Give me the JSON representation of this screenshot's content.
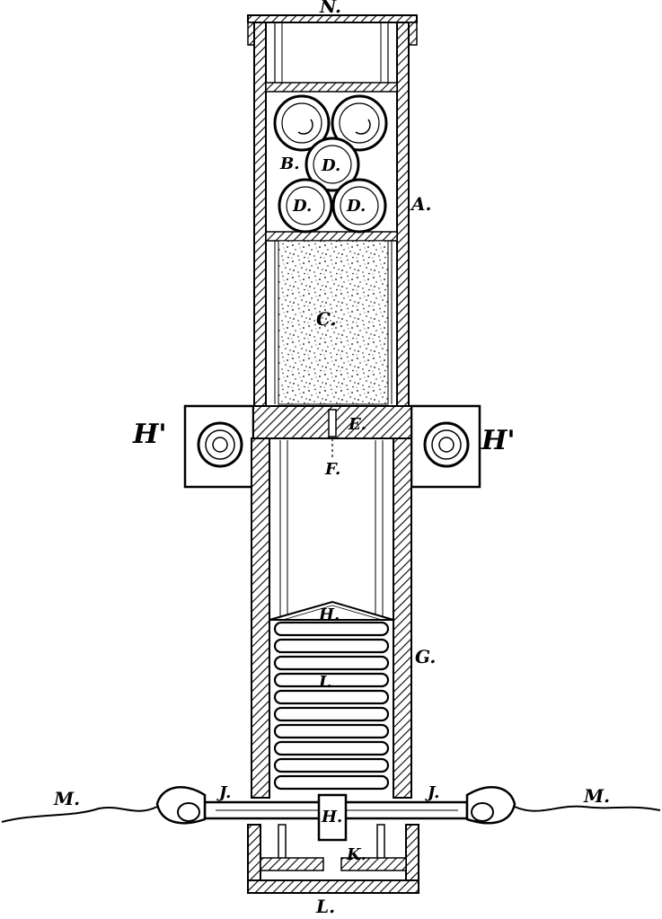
{
  "figure": {
    "labels": {
      "N": "N.",
      "A": "A.",
      "B": "B.",
      "D1": "D.",
      "D2": "D.",
      "D3": "D.",
      "C": "C.",
      "E": "E.",
      "F": "F.",
      "H_left": "H'",
      "H_right": "H'",
      "H_cone": "H.",
      "G": "G.",
      "I": "I.",
      "J_left": "J.",
      "J_right": "J.",
      "H_plunger": "H.",
      "K": "K.",
      "L": "L.",
      "M_left": "M.",
      "M_right": "M."
    },
    "colors": {
      "ink": "#000000",
      "paper": "#ffffff"
    }
  }
}
